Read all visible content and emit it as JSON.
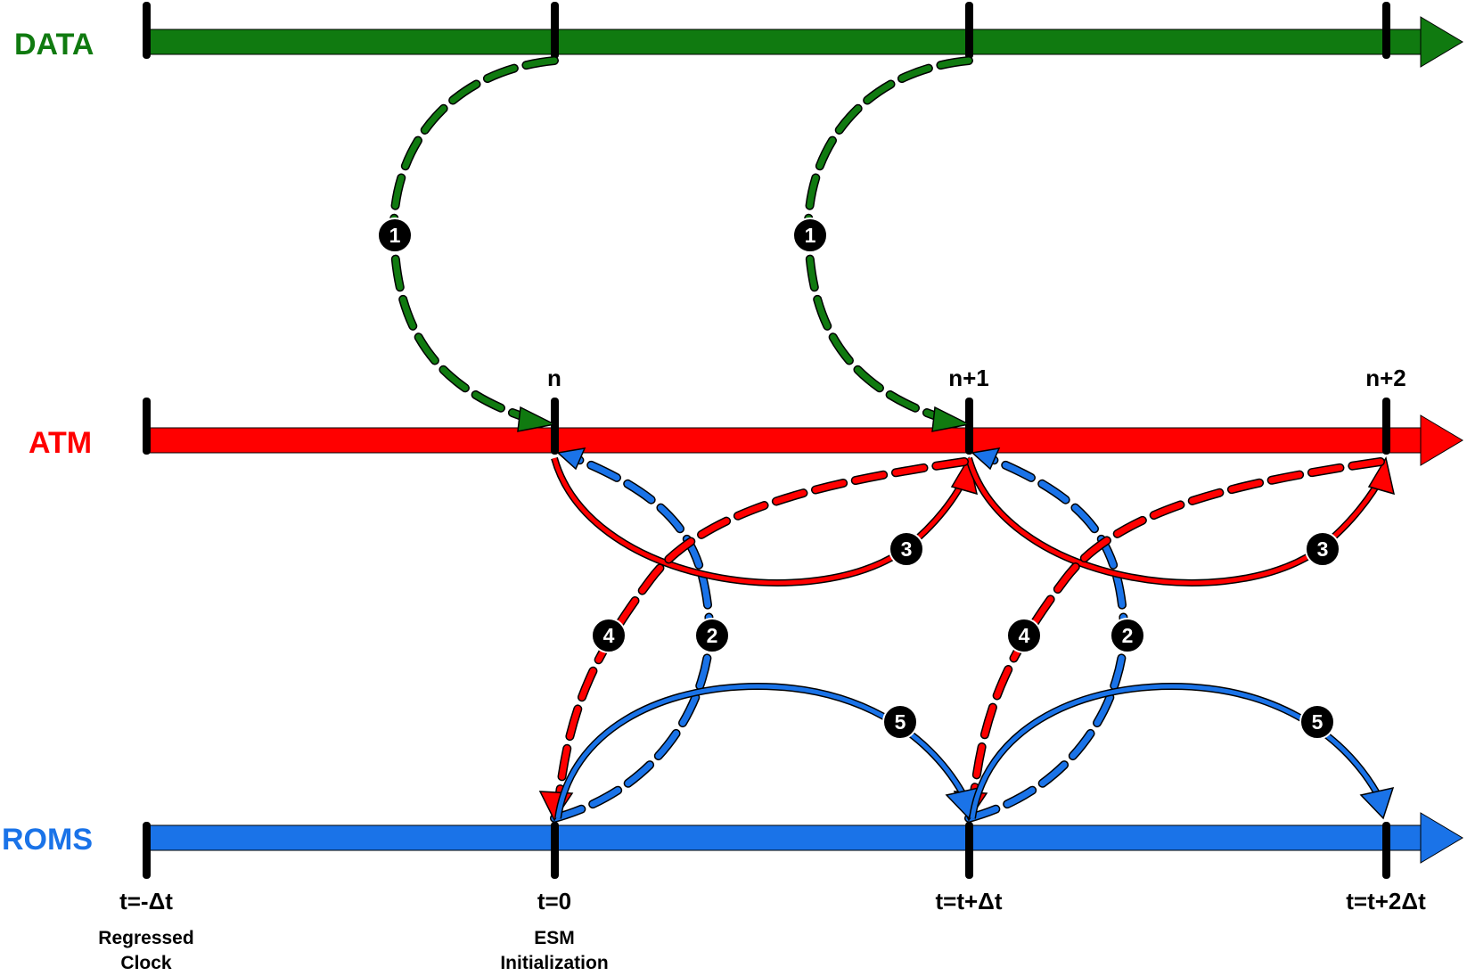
{
  "colors": {
    "data": "#107a10",
    "atm": "#ff0000",
    "roms": "#1a73e8",
    "tick": "#000000",
    "badge": "#000000",
    "badge_text": "#ffffff"
  },
  "tracks": {
    "data": {
      "label": "DATA"
    },
    "atm": {
      "label": "ATM"
    },
    "roms": {
      "label": "ROMS"
    }
  },
  "atm_ticks": [
    "n",
    "n+1",
    "n+2"
  ],
  "time_ticks": [
    "t=-Δt",
    "t=0",
    "t=t+Δt",
    "t=t+2Δt"
  ],
  "notes": {
    "regressed": [
      "Regressed",
      "Clock"
    ],
    "esm": [
      "ESM",
      "Initialization"
    ]
  },
  "steps": {
    "s1": "1",
    "s2": "2",
    "s3": "3",
    "s4": "4",
    "s5": "5"
  }
}
